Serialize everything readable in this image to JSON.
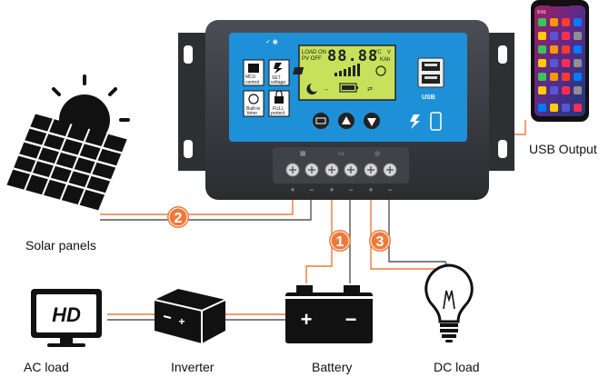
{
  "labels": {
    "solar_panels": "Solar panels",
    "usb_output": "USB Output",
    "ac_load": "AC load",
    "inverter": "Inverter",
    "battery": "Battery",
    "dc_load": "DC load"
  },
  "markers": {
    "battery": "1",
    "solar": "2",
    "load": "3"
  },
  "controller": {
    "lcd": {
      "load_on": "LOAD ON",
      "pv_off": "PV OFF",
      "digits": "88.88",
      "unit_temp": "°C",
      "unit_v": "V",
      "unit_kah": "KAh"
    },
    "side_labels": {
      "mcu": "MCU control",
      "set": "SET voltage",
      "timer": "Built-in timer",
      "full": "FULL protect"
    },
    "usb_label": "USB"
  },
  "hd_badge": "HD",
  "battery_signs": {
    "plus": "+",
    "minus": "−"
  },
  "terminal_signs": [
    "+",
    "−",
    "+",
    "−",
    "+",
    "−"
  ],
  "colors": {
    "orange": "#ee7a3a",
    "panel_blue": "#1e90d8",
    "controller_body": "#3a3d42",
    "lcd_green": "#c8e05a",
    "wire_gray": "#555555"
  },
  "phone": {
    "time": "9:41"
  }
}
